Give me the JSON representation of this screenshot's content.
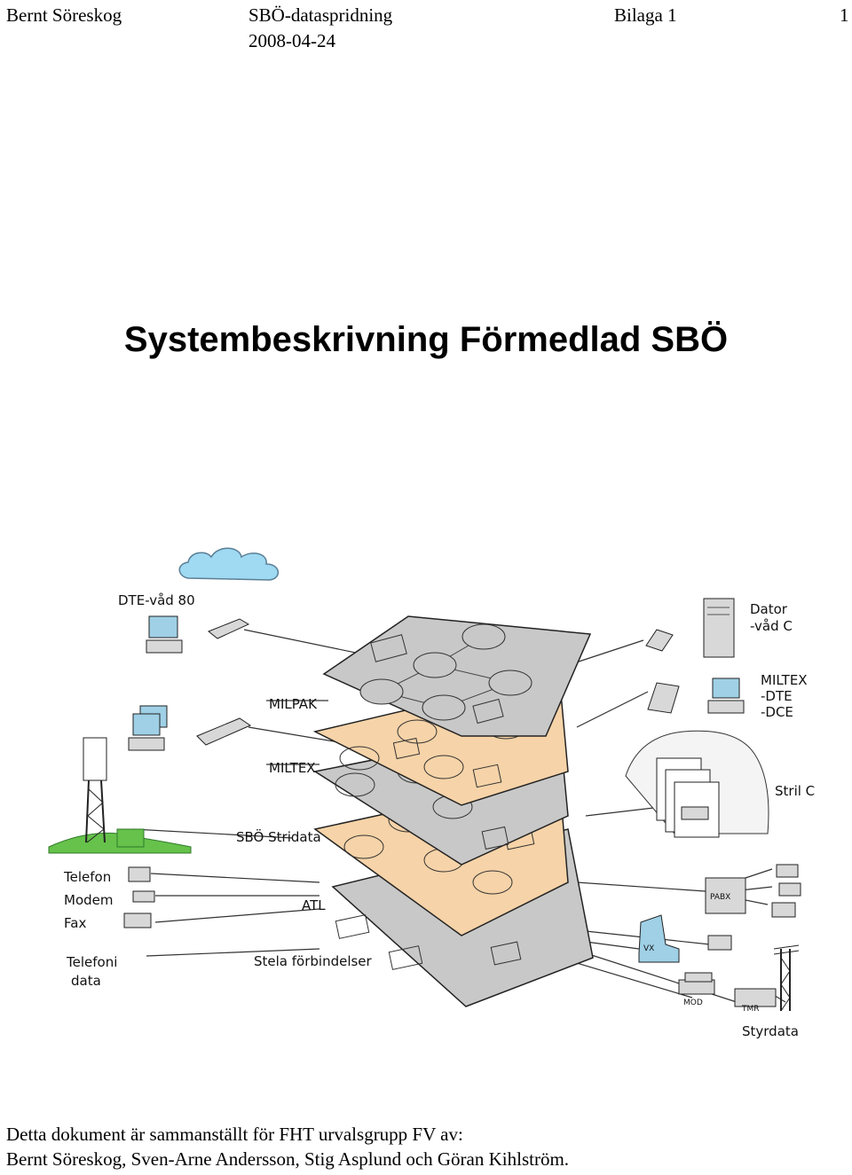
{
  "header": {
    "author": "Bernt Söreskog",
    "subject": "SBÖ-dataspridning",
    "date": "2008-04-24",
    "appendix": "Bilaga 1",
    "page_number": "1"
  },
  "title": "Systembeskrivning Förmedlad SBÖ",
  "figure": {
    "labels": {
      "dte_vad_80": "DTE-våd 80",
      "dator_line1": "Dator",
      "dator_line2": "-våd C",
      "miltex_line1": "MILTEX",
      "miltex_line2": "-DTE",
      "miltex_line3": "-DCE",
      "stril_c": "Stril C",
      "milpak": "MILPAK",
      "miltex": "MILTEX",
      "sbo_stridata": "SBÖ Stridata",
      "atl": "ATL",
      "stela": "Stela förbindelser",
      "telefon": "Telefon",
      "modem": "Modem",
      "fax": "Fax",
      "telefoni": "Telefoni",
      "data": "data",
      "pabx": "PABX",
      "vx": "VX",
      "mod": "MOD",
      "tmr": "TMR",
      "styrdata": "Styrdata"
    },
    "colors": {
      "gray_layer": "#c8c8c8",
      "peach_layer": "#f6d3a8",
      "cloud": "#9fd9f2",
      "grass": "#66c24a",
      "device": "#d8d8d8",
      "terminal": "#9fd0e6"
    }
  },
  "footer": {
    "line1": "Detta dokument är sammanställt för FHT urvalsgrupp FV av:",
    "line2": "Bernt Söreskog, Sven-Arne Andersson, Stig Asplund och Göran Kihlström."
  }
}
